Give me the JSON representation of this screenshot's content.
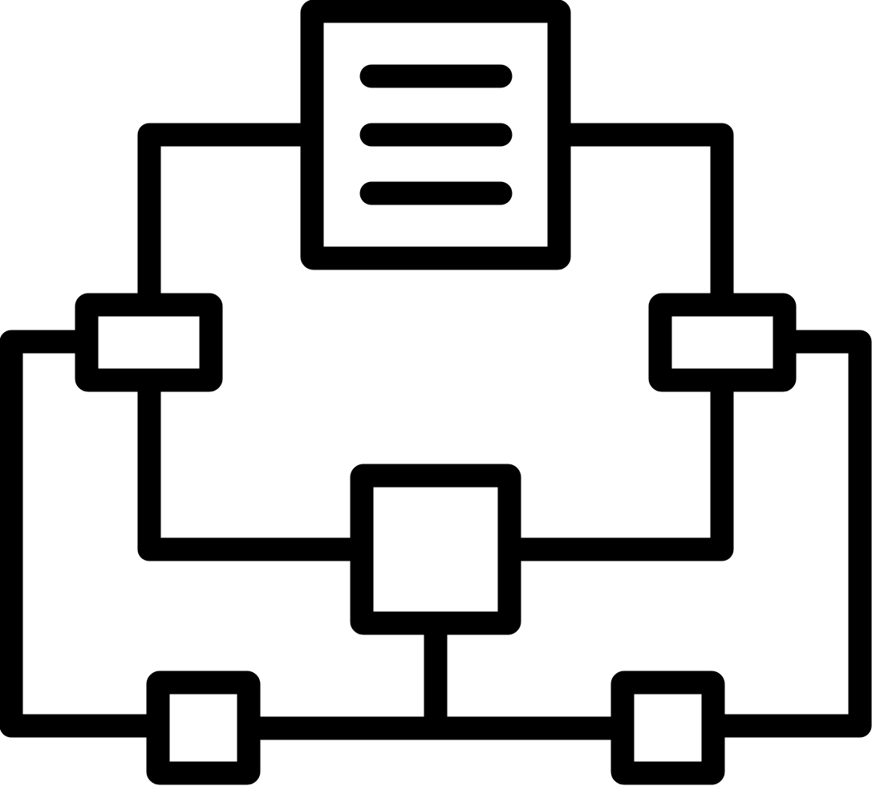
{
  "icon": {
    "name": "workflow-diagram-icon",
    "stroke_color": "#000000",
    "background_color": "#ffffff",
    "document_text_lines": 3,
    "nodes": [
      "document-node",
      "left-connector-node",
      "right-connector-node",
      "center-process-node",
      "bottom-left-node",
      "bottom-right-node"
    ]
  }
}
